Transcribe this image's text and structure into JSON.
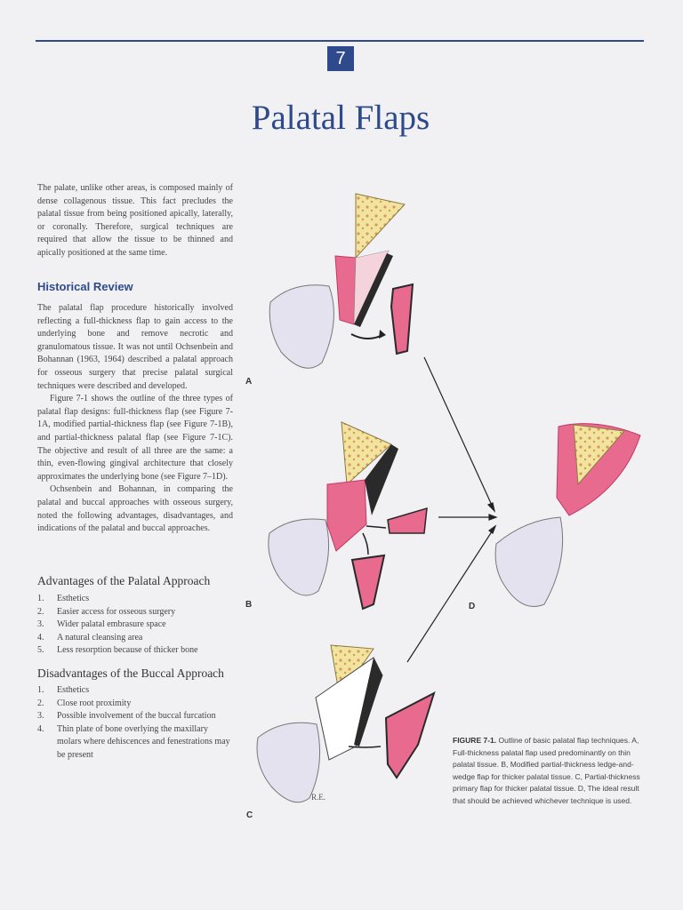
{
  "chapter": {
    "number": "7",
    "title": "Palatal Flaps"
  },
  "intro_paragraph": "The palate, unlike other areas, is composed mainly of dense collagenous tissue. This fact precludes the palatal tissue from being positioned apically, laterally, or coronally. Therefore, surgical techniques are required that allow the tissue to be thinned and apically positioned at the same time.",
  "section_historical": {
    "heading": "Historical Review",
    "paragraphs": [
      "The palatal flap procedure historically involved reflecting a full-thickness flap to gain access to the underlying bone and remove necrotic and granulomatous tissue. It was not until Ochsenbein and Bohannan (1963, 1964) described a palatal approach for osseous surgery that precise palatal surgical techniques were described and developed.",
      "Figure 7-1 shows the outline of the three types of palatal flap designs: full-thickness flap (see Figure 7-1A, modified partial-thickness flap (see Figure 7-1B), and partial-thickness palatal flap (see Figure 7-1C). The objective and result of all three are the same: a thin, even-flowing gingival architecture that closely approximates the underlying bone (see Figure 7–1D).",
      "Ochsenbein and Bohannan, in comparing the palatal and buccal approaches with osseous surgery, noted the following advantages, disadvantages, and indications of the palatal and buccal approaches."
    ]
  },
  "advantages": {
    "heading": "Advantages of the Palatal Approach",
    "items": [
      {
        "n": "1.",
        "text": "Esthetics"
      },
      {
        "n": "2.",
        "text": "Easier access for osseous surgery"
      },
      {
        "n": "3.",
        "text": "Wider palatal embrasure space"
      },
      {
        "n": "4.",
        "text": "A natural cleansing area"
      },
      {
        "n": "5.",
        "text": "Less resorption because of thicker bone"
      }
    ]
  },
  "disadvantages": {
    "heading": "Disadvantages of the Buccal Approach",
    "items": [
      {
        "n": "1.",
        "text": "Esthetics"
      },
      {
        "n": "2.",
        "text": "Close root proximity"
      },
      {
        "n": "3.",
        "text": "Possible involvement of the buccal furcation"
      },
      {
        "n": "4.",
        "text": "Thin plate of bone overlying the maxillary molars where dehiscences and fenestrations may be present"
      }
    ]
  },
  "figure": {
    "labels": {
      "a": "A",
      "b": "B",
      "c": "C",
      "d": "D"
    },
    "artist_mark": "R.E.",
    "caption_label": "FIGURE 7-1.",
    "caption_text": " Outline of basic palatal flap techniques. A, Full-thickness palatal flap used predominantly on thin palatal tissue. B, Modified partial-thickness ledge-and-wedge flap for thicker palatal tissue. C, Partial-thickness primary flap for thicker palatal tissue. D, The ideal result that should be achieved whichever technique is used."
  },
  "colors": {
    "accent": "#2f4a8c",
    "gingiva": "#e86a8e",
    "gingiva_dark": "#c03a66",
    "bone": "#f3e3a0",
    "tooth": "#e4e2ef",
    "necrotic": "#2a2a2a"
  }
}
